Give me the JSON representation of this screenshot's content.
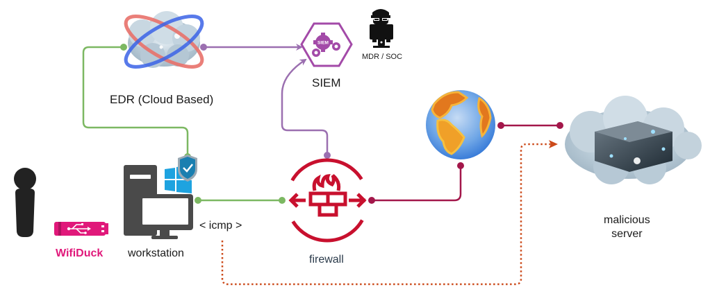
{
  "diagram": {
    "nodes": {
      "edr": {
        "label": "EDR (Cloud Based)",
        "icon": "cloud-orbit-icon"
      },
      "siem": {
        "label": "SIEM",
        "icon": "siem-gear-hexagon-icon",
        "badge_text": "SIEM"
      },
      "mdr": {
        "label": "MDR / SOC",
        "icon": "hacker-at-computer-icon"
      },
      "workstation": {
        "label": "workstation",
        "icon": "desktop-computer-icon",
        "badges": [
          "windows-logo-icon",
          "shield-check-icon"
        ]
      },
      "user": {
        "label": "",
        "icon": "person-icon"
      },
      "wifiduck": {
        "label": "WifiDuck",
        "icon": "usb-stick-icon"
      },
      "firewall": {
        "label": "firewall",
        "icon": "firewall-icon"
      },
      "internet": {
        "label": "",
        "icon": "globe-icon"
      },
      "malicious_server": {
        "label_line1": "malicious",
        "label_line2": "server",
        "icon": "cloud-server-icon"
      }
    },
    "edges": [
      {
        "from": "edr",
        "to": "workstation",
        "style": "solid",
        "color": "#7cb862"
      },
      {
        "from": "edr",
        "to": "siem",
        "style": "solid-arrow",
        "color": "#9b6fb0"
      },
      {
        "from": "firewall",
        "to": "siem",
        "style": "solid-arrow",
        "color": "#9b6fb0"
      },
      {
        "from": "workstation",
        "to": "firewall",
        "style": "solid",
        "color": "#7cb862"
      },
      {
        "from": "firewall",
        "to": "internet",
        "style": "solid",
        "color": "#a3174a"
      },
      {
        "from": "internet",
        "to": "malicious_server",
        "style": "solid",
        "color": "#a3174a"
      },
      {
        "from": "workstation",
        "to": "malicious_server",
        "style": "dotted-arrow",
        "color": "#cc4a1a",
        "label": "< icmp >"
      }
    ],
    "colors": {
      "wifiduck": "#e0187a",
      "firewall": "#c8102e",
      "siem": "#a34aa8",
      "workstation": "#4a4a4a",
      "windows": "#1ea3e0"
    }
  }
}
